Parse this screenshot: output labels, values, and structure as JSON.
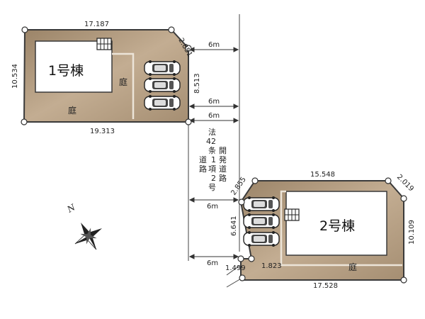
{
  "lot1": {
    "building_label": "1号棟",
    "garden_side": "庭",
    "garden_bottom": "庭",
    "dims": {
      "top": "17.187",
      "corner": "2.851",
      "left": "10.534",
      "right": "8.513",
      "bottom": "19.313"
    }
  },
  "lot2": {
    "building_label": "2号棟",
    "garden_bottom": "庭",
    "dims": {
      "corner_top_left": "2.855",
      "top": "15.548",
      "corner_top_right": "2.019",
      "left": "6.641",
      "right": "10.109",
      "bottom_left_a": "1.499",
      "bottom_left_b": "1.823",
      "bottom": "17.528"
    }
  },
  "roads": {
    "widths": [
      "6m",
      "6m",
      "6m",
      "6m",
      "6m"
    ],
    "dev_road": [
      "開",
      "発",
      "道",
      "路"
    ],
    "legal_road": [
      "法",
      "42",
      "条",
      "1",
      "項",
      "2",
      "号",
      "道",
      "路"
    ]
  },
  "compass": {
    "label": "N"
  },
  "colors": {
    "lot_fill": "#b59e82",
    "building_fill": "#ffffff",
    "outline": "#3a3a3a"
  }
}
